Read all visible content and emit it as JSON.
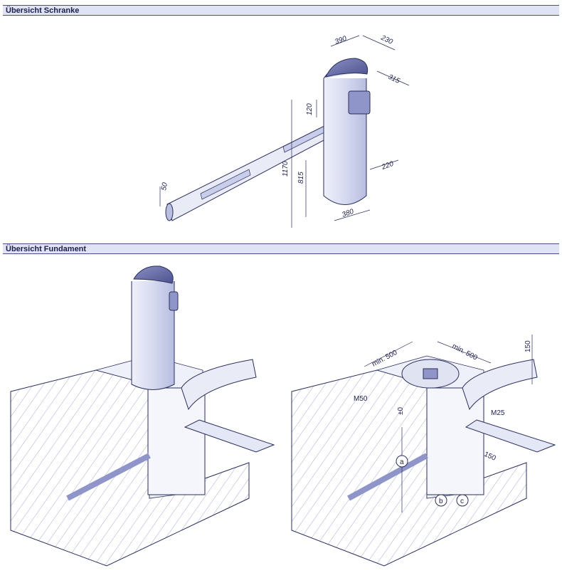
{
  "sections": {
    "schranke_title": "Übersicht Schranke",
    "fundament_title": "Übersicht Fundament"
  },
  "dimensions": {
    "d390": "390",
    "d230": "230",
    "d315": "315",
    "d120": "120",
    "d1170": "1170",
    "d815": "815",
    "d220": "220",
    "d380": "380",
    "d50": "50"
  },
  "foundation_labels": {
    "min500_left": "min. 500",
    "min500_right": "min. 500",
    "d150_top": "150",
    "m50": "M50",
    "m25": "M25",
    "d150_side": "150",
    "zero": "±0",
    "a": "a",
    "b": "b",
    "c": "c"
  },
  "colors": {
    "line": "#2b2f5c",
    "header_bg": "#dfe3f2",
    "fill_light": "#e4e7f5",
    "fill_mid": "#b9bfe0",
    "fill_dark": "#6a70a8"
  }
}
